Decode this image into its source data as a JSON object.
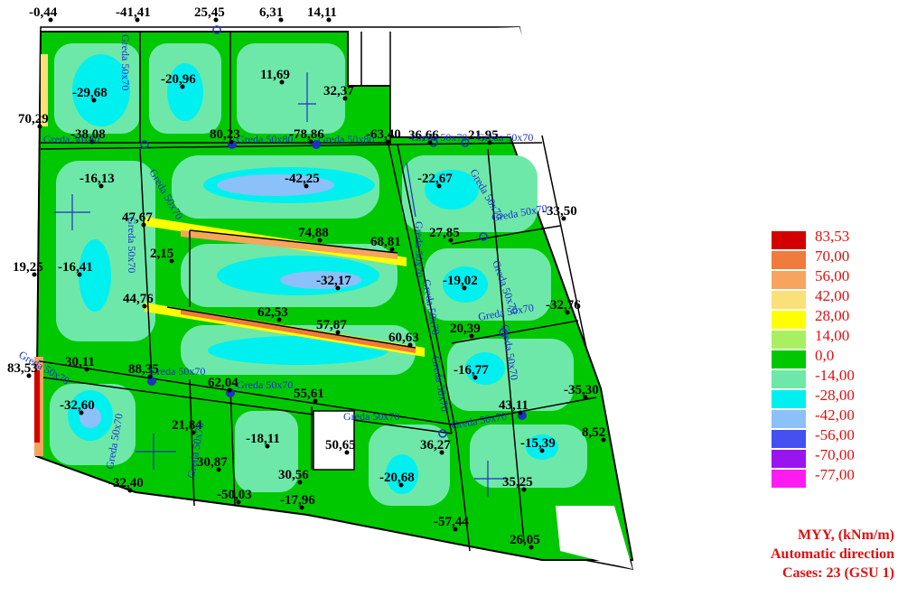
{
  "plot": {
    "value_labels": [
      {
        "text": "-0,44"
      },
      {
        "text": "-41,41"
      },
      {
        "text": "25,45"
      },
      {
        "text": "6,31"
      },
      {
        "text": "14,11"
      },
      {
        "text": "-20,96"
      },
      {
        "text": "11,69"
      },
      {
        "text": "-29,68"
      },
      {
        "text": "32,37"
      },
      {
        "text": "70,29"
      },
      {
        "text": "-38,08"
      },
      {
        "text": "80,23"
      },
      {
        "text": "-78,86"
      },
      {
        "text": "-63,40"
      },
      {
        "text": "36,66"
      },
      {
        "text": "21,95"
      },
      {
        "text": "-16,13"
      },
      {
        "text": "-42,25"
      },
      {
        "text": "-22,67"
      },
      {
        "text": "47,67"
      },
      {
        "text": "-33,50"
      },
      {
        "text": "74,88"
      },
      {
        "text": "68,81"
      },
      {
        "text": "27,85"
      },
      {
        "text": "19,25"
      },
      {
        "text": "-16,41"
      },
      {
        "text": "2,15"
      },
      {
        "text": "-32,17"
      },
      {
        "text": "-19,02"
      },
      {
        "text": "44,76"
      },
      {
        "text": "62,53"
      },
      {
        "text": "57,87"
      },
      {
        "text": "-32,76"
      },
      {
        "text": "60,63"
      },
      {
        "text": "20,39"
      },
      {
        "text": "83,53"
      },
      {
        "text": "30,11"
      },
      {
        "text": "88,35"
      },
      {
        "text": "62,04"
      },
      {
        "text": "55,61"
      },
      {
        "text": "-16,77"
      },
      {
        "text": "-35,30"
      },
      {
        "text": "-32,60"
      },
      {
        "text": "43,11"
      },
      {
        "text": "21,84"
      },
      {
        "text": "-18,11"
      },
      {
        "text": "50,65"
      },
      {
        "text": "36,27"
      },
      {
        "text": "-15,39"
      },
      {
        "text": "8,52"
      },
      {
        "text": "30,87"
      },
      {
        "text": "30,56"
      },
      {
        "text": "-20,68"
      },
      {
        "text": "35,25"
      },
      {
        "text": "-32,40"
      },
      {
        "text": "-50,03"
      },
      {
        "text": "-17,96"
      },
      {
        "text": "-57,44"
      },
      {
        "text": "26,05"
      }
    ],
    "beam_labels": [
      "Greda 50x70",
      "Greda 50x80",
      "Greda 50x80",
      "Greda 50x80",
      "Greda 50x70",
      "Greda 50x70",
      "Greda 50x70",
      "Greda 50x70",
      "Greda 50x70",
      "Greda 50x70",
      "Greda 50x70",
      "Greda 50x70",
      "Greda 50x70",
      "Greda 50x70",
      "Greda 50x70",
      "Greda 50x70",
      "Greda 50x70",
      "Greda 50x70",
      "Greda 50x70",
      "Greda 50x70",
      "Greda 50x70",
      "Greda 50x70",
      "Greda 50x70"
    ]
  },
  "legend": {
    "items": [
      {
        "value": "83,53",
        "color": "#d40000"
      },
      {
        "value": "70,00",
        "color": "#f07b3a"
      },
      {
        "value": "56,00",
        "color": "#f7a45e"
      },
      {
        "value": "42,00",
        "color": "#fbe07a"
      },
      {
        "value": "28,00",
        "color": "#ffff00"
      },
      {
        "value": "14,00",
        "color": "#a8f060"
      },
      {
        "value": "0,0",
        "color": "#00c800"
      },
      {
        "value": "-14,00",
        "color": "#6ee8a8"
      },
      {
        "value": "-28,00",
        "color": "#00f0f0"
      },
      {
        "value": "-42,00",
        "color": "#8cc0f8"
      },
      {
        "value": "-56,00",
        "color": "#4650f0"
      },
      {
        "value": "-70,00",
        "color": "#9a14f0"
      },
      {
        "value": "-77,00",
        "color": "#ff1cf0"
      }
    ],
    "quantity": "MYY, (kNm/m)",
    "direction": "Automatic direction",
    "cases": "Cases: 23 (GSU 1)"
  }
}
